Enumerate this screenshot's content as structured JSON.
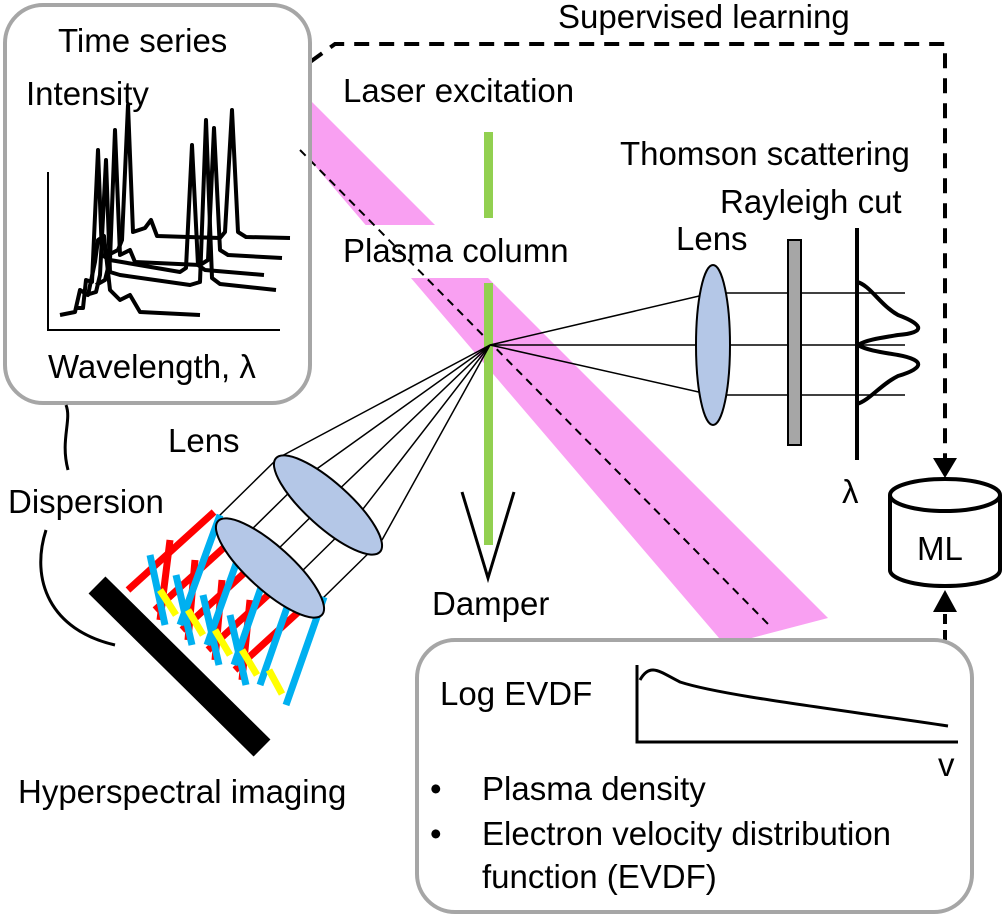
{
  "labels": {
    "supervised_learning": "Supervised learning",
    "time_series": "Time series",
    "intensity": "Intensity",
    "wavelength": "Wavelength, λ",
    "laser_excitation": "Laser excitation",
    "thomson_scattering": "Thomson scattering",
    "rayleigh_cut": "Rayleigh cut",
    "lens_right": "Lens",
    "plasma_column": "Plasma column",
    "lens_left": "Lens",
    "dispersion": "Dispersion",
    "lambda": "λ",
    "ml": "ML",
    "damper": "Damper",
    "log_evdf": "Log EVDF",
    "v_axis": "v",
    "hyperspectral_imaging": "Hyperspectral imaging",
    "bullet_1": "Plasma density",
    "bullet_2_line1": "Electron velocity distribution",
    "bullet_2_line2": "function (EVDF)",
    "bullet_mark": "•"
  },
  "colors": {
    "plasma_beam": "#f9a0f2",
    "laser": "#92d050",
    "lens_fill": "#b4c7e7",
    "filter_fill": "#a6a6a6",
    "ray_red": "#ff0000",
    "ray_blue": "#00b0f0",
    "ray_yellow": "#ffff00",
    "box_border": "#a6a6a6"
  }
}
